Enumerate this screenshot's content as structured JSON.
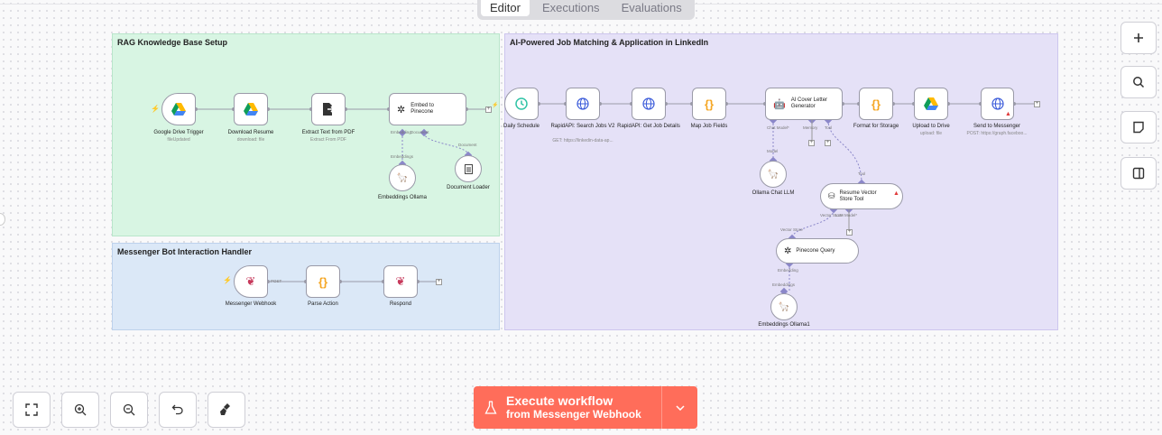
{
  "tabs": [
    "Editor",
    "Executions",
    "Evaluations"
  ],
  "groups": {
    "rag": "RAG Knowledge Base Setup",
    "messenger": "Messenger Bot Interaction Handler",
    "linkedin": "AI-Powered Job Matching & Application in LinkedIn"
  },
  "nodes": {
    "gdrive_trigger": {
      "label": "Google Drive Trigger",
      "sub": "fileUpdated"
    },
    "download_resume": {
      "label": "Download Resume",
      "sub": "download: file"
    },
    "extract_pdf": {
      "label": "Extract Text from PDF",
      "sub": "Extract From PDF"
    },
    "embed_pinecone": {
      "label": "Embed to Pinecone"
    },
    "embeddings_ollama": {
      "label": "Embeddings Ollama"
    },
    "document_loader": {
      "label": "Document Loader"
    },
    "messenger_webhook": {
      "label": "Messenger Webhook"
    },
    "parse_action": {
      "label": "Parse Action"
    },
    "respond": {
      "label": "Respond"
    },
    "daily_schedule": {
      "label": "Daily Schedule"
    },
    "rapid_search": {
      "label": "RapidAPI: Search Jobs V2",
      "sub": "GET: https://linkedin-data-ap..."
    },
    "rapid_details": {
      "label": "RapidAPI: Get Job Details"
    },
    "map_fields": {
      "label": "Map Job Fields"
    },
    "ai_cover": {
      "label": "AI Cover Letter Generator"
    },
    "format_storage": {
      "label": "Format for Storage"
    },
    "upload_drive": {
      "label": "Upload to Drive",
      "sub": "upload: file"
    },
    "send_messenger": {
      "label": "Send to Messenger",
      "sub": "POST: https://graph.faceboo..."
    },
    "ollama_chat": {
      "label": "Ollama Chat LLM"
    },
    "resume_vector": {
      "label": "Resume Vector Store Tool"
    },
    "pinecone_query": {
      "label": "Pinecone Query"
    },
    "embeddings_ollama1": {
      "label": "Embeddings Ollama1"
    }
  },
  "port_labels": {
    "embedding": "Embedding",
    "document": "Document",
    "embeddings": "Embeddings",
    "document2": "Document",
    "post": "POST",
    "chat_model": "Chat Model*",
    "model": "Model",
    "memory": "Memory",
    "tool": "Tool",
    "tool2": "Tool",
    "vector_store": "Vector Store",
    "llm_model": "LLM Model*",
    "vector_store2": "Vector Store",
    "embedding2": "Embedding",
    "embeddings2": "Embeddings"
  },
  "execute": {
    "line1": "Execute workflow",
    "line2": "from Messenger Webhook"
  },
  "colors": {
    "accent": "#ff6d5a",
    "green_group": "#d8f5e3",
    "blue_group": "#dbe8f7",
    "purple_group": "#e5e1f7"
  },
  "icons": {
    "right": [
      "plus-icon",
      "search-icon",
      "sticky-note-icon",
      "panel-icon"
    ],
    "bottom": [
      "fit-view-icon",
      "zoom-in-icon",
      "zoom-out-icon",
      "undo-icon",
      "tidy-up-icon"
    ]
  }
}
